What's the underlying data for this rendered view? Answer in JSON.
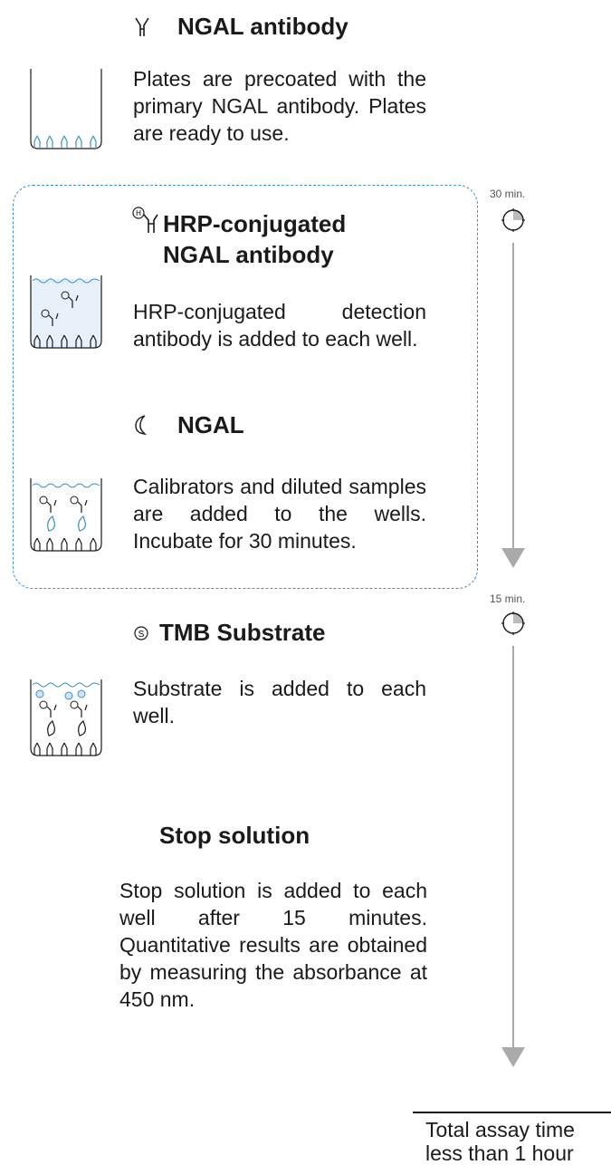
{
  "steps": [
    {
      "title": "NGAL antibody",
      "text": "Plates are precoated with the primary NGAL antibody. Plates are ready to use."
    },
    {
      "title_line1": "HRP-conjugated",
      "title_line2": "NGAL antibody",
      "text": "HRP-conjugated detection antibody is added to each well."
    },
    {
      "title": "NGAL",
      "text": "Calibrators and diluted samples are added to the wells. Incubate for 30 minutes."
    },
    {
      "title": "TMB Substrate",
      "text": "Substrate is added to each well."
    },
    {
      "title": "Stop solution",
      "text": "Stop solution is added to each well after 15 minutes. Quantitative results are obtained by measuring the absorbance at 450 nm."
    }
  ],
  "timeline": {
    "first_time": "30 min.",
    "second_time": "15 min.",
    "total_line1": "Total assay time",
    "total_line2": "less than 1 hour"
  },
  "colors": {
    "accent": "#3a8fd0",
    "arrow": "#aaaaaa",
    "box_border": "#3a8fd0"
  },
  "icons": [
    "antibody-icon",
    "hrp-antibody-icon",
    "ngal-icon",
    "substrate-icon",
    "well-icon",
    "clock-icon"
  ]
}
